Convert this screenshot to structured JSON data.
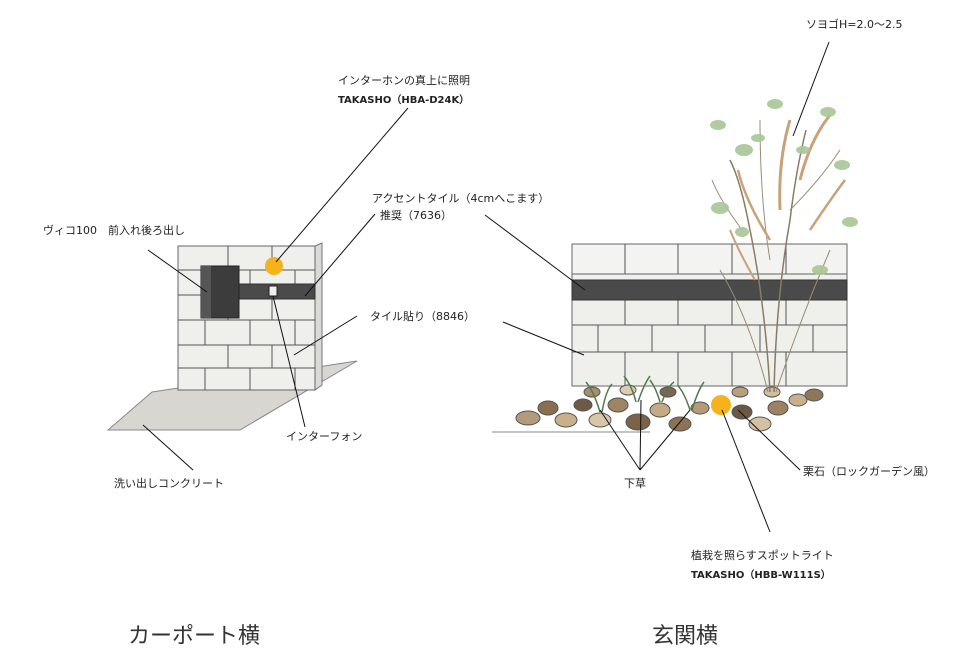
{
  "labels": {
    "sonoyogo": "ソヨゴH=2.0〜2.5",
    "intercom_light_1": "インターホンの真上に照明",
    "intercom_light_2": "TAKASHO（HBA-D24K）",
    "accent_tile_1": "アクセントタイル（4cmへこます）",
    "accent_tile_2": "推奨（7636）",
    "vico": "ヴィコ100　前入れ後ろ出し",
    "tile": "タイル貼り（8846）",
    "intercom": "インターフォン",
    "concrete": "洗い出しコンクリート",
    "shitakusa": "下草",
    "kuriishi": "栗石（ロックガーデン風）",
    "spotlight_1": "植栽を照らすスポットライト",
    "spotlight_2": "TAKASHO（HBB-W111S）"
  },
  "captions": {
    "left": "カーポート横",
    "right": "玄関横"
  },
  "colors": {
    "light": "#f5b21b",
    "accent_tile": "#4a4a4a",
    "mailbox": "#3c3c3c",
    "concrete": "#d8d6d0",
    "wall": "#efefec"
  }
}
